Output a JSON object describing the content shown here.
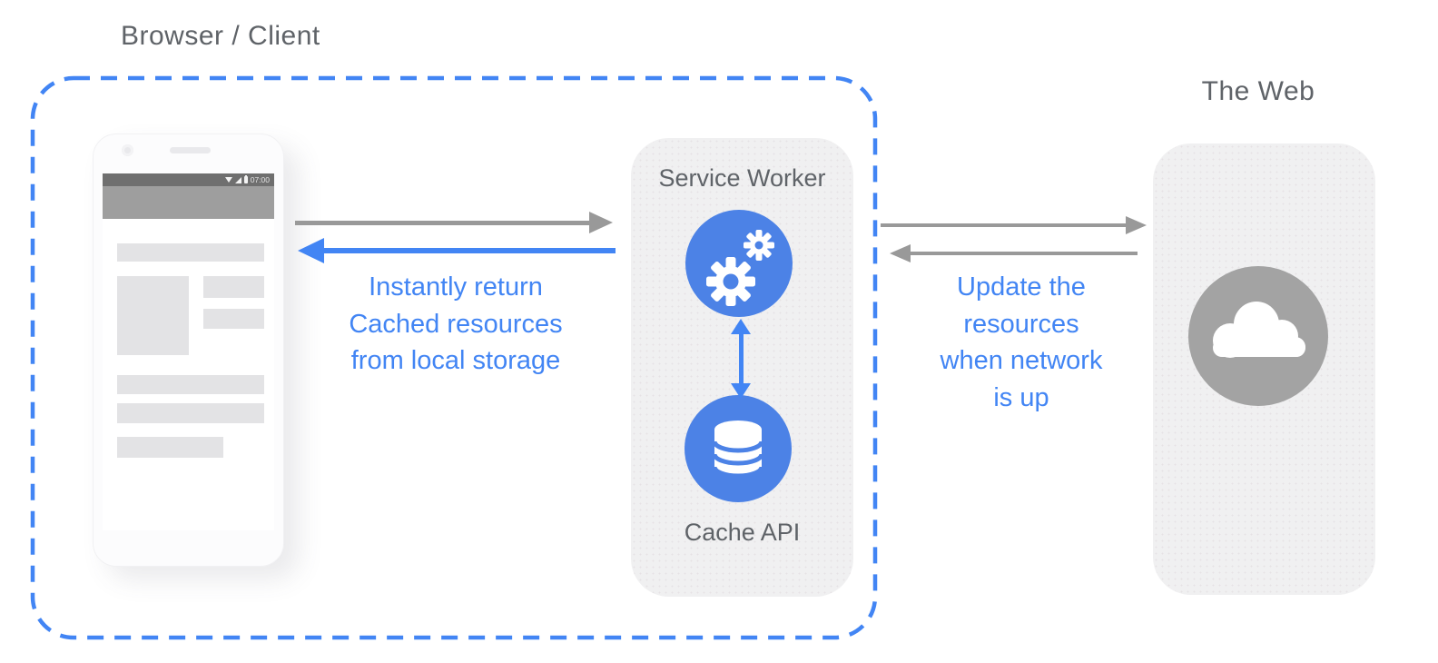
{
  "colors": {
    "accent_blue": "#4285f4",
    "circle_blue": "#4c82e6",
    "panel_gray": "#f0f0f1",
    "arrow_gray": "#999999",
    "web_circle_gray": "#a3a3a3",
    "heading_text": "#5f6368"
  },
  "browser_client": {
    "title": "Browser / Client",
    "caption_line1": "Instantly return",
    "caption_line2": "Cached resources",
    "caption_line3": "from local storage"
  },
  "phone": {
    "status_time": "07:00",
    "nav_back": "◁",
    "nav_home": "○",
    "nav_recents": "□"
  },
  "service_worker": {
    "title": "Service Worker",
    "cache_label": "Cache API"
  },
  "web": {
    "title": "The Web",
    "caption_line1": "Update the",
    "caption_line2": "resources",
    "caption_line3": "when network",
    "caption_line4": "is up"
  },
  "icons": {
    "gears": "gears-icon",
    "database": "database-icon",
    "cloud": "cloud-icon",
    "wifi": "wifi-icon",
    "signal": "signal-icon",
    "battery": "battery-icon"
  }
}
